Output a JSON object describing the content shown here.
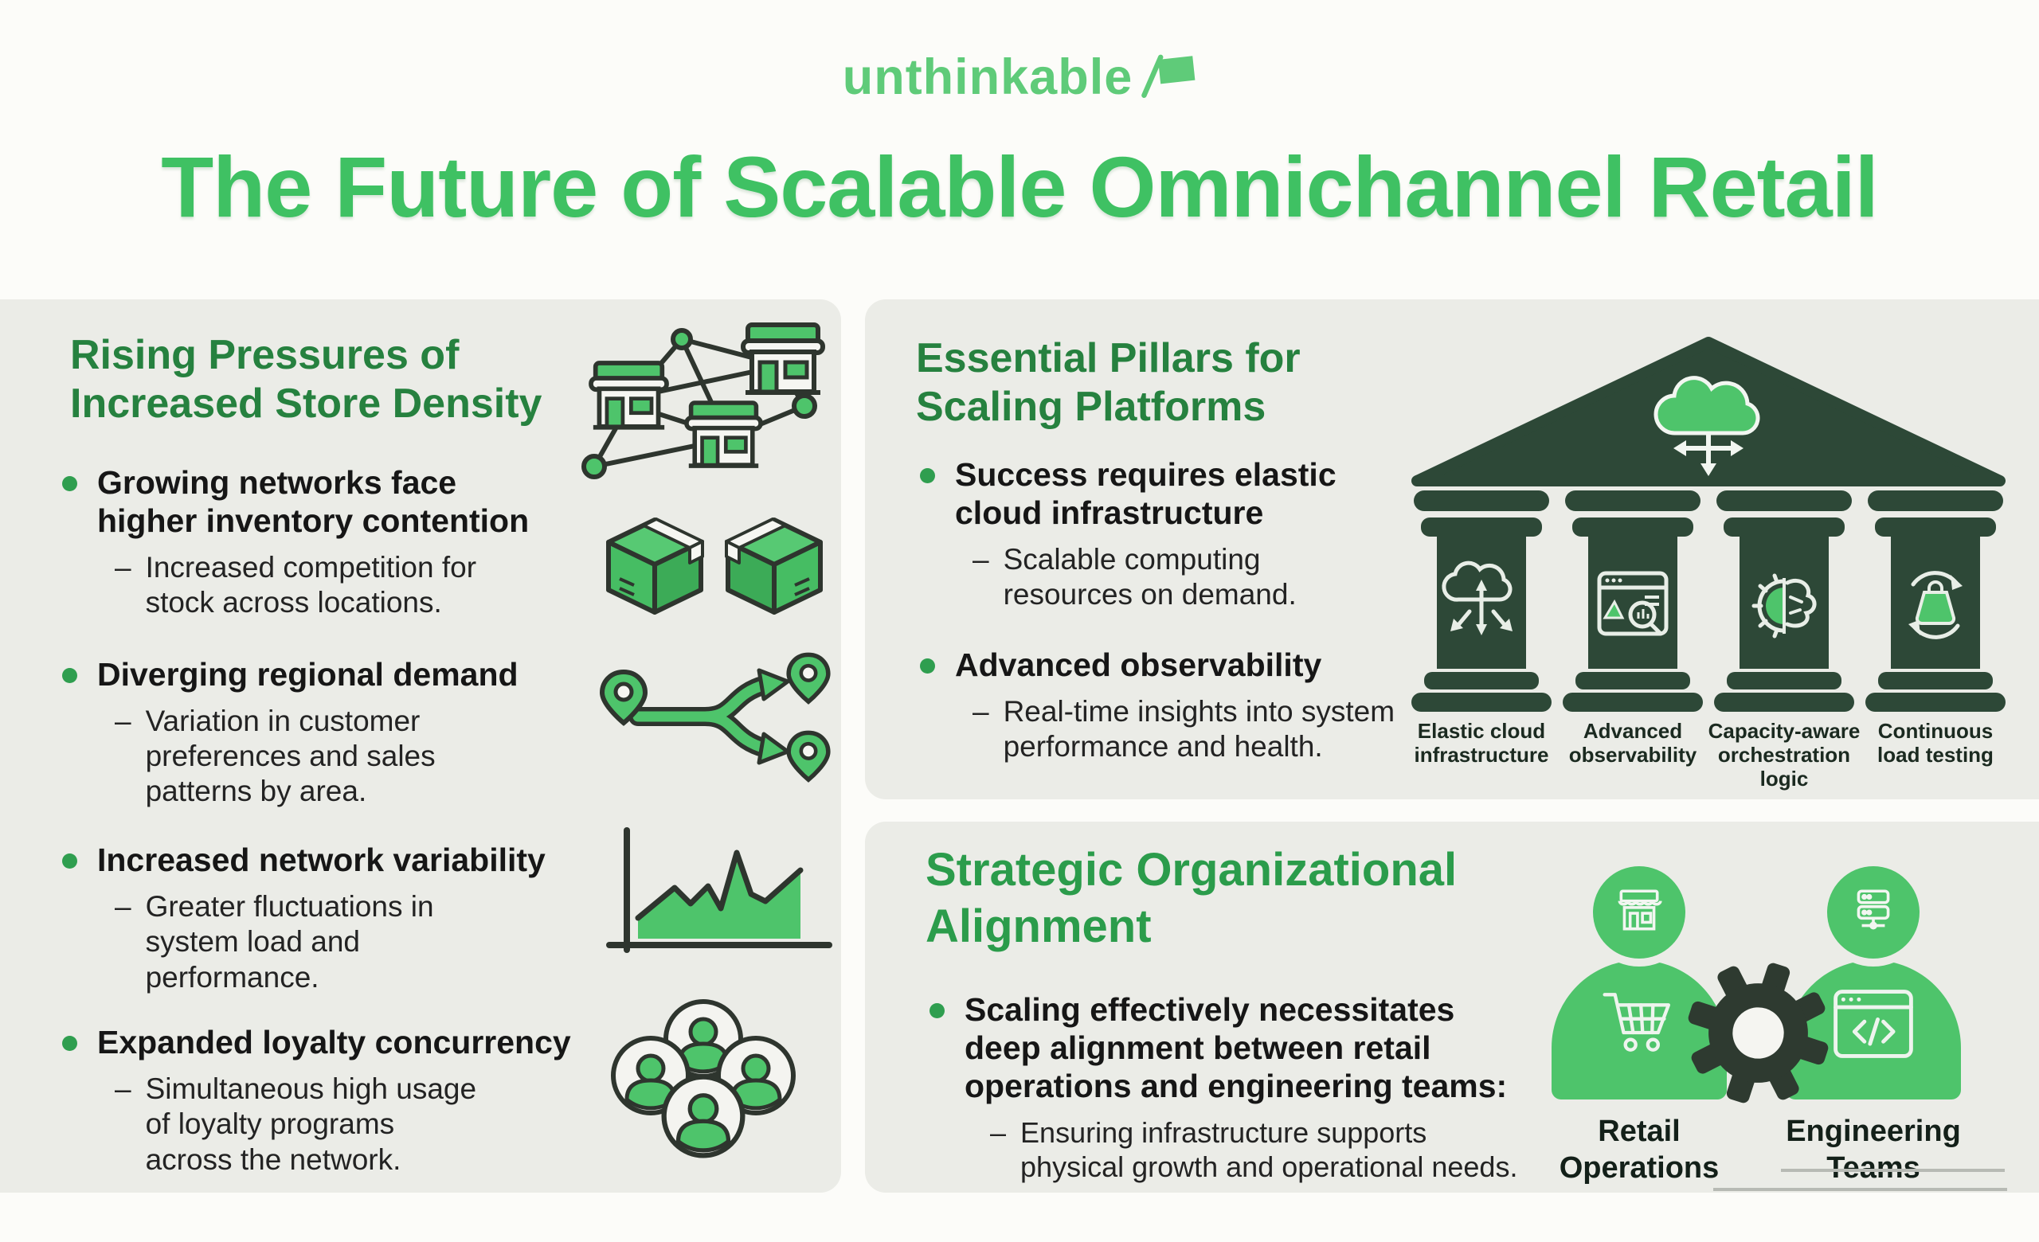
{
  "markers": {
    "dash": "–"
  },
  "brand": {
    "logo_text": "unthinkable"
  },
  "header": {
    "title": "The Future of Scalable Omnichannel Retail"
  },
  "colors": {
    "page_background": "#fcfcf9",
    "card_background": "#ebece7",
    "logo_green": "#5fcb79",
    "title_green": "#3fc163",
    "heading_green_dark": "#26813f",
    "heading_green_bright": "#2b9c4b",
    "bullet_dot_green": "#2f9e4f",
    "icon_green": "#4ec46b",
    "illustration_dark_green": "#2d4837",
    "gear_dark": "#2e3a30",
    "text_dark": "#161616"
  },
  "icons": {
    "brand": [
      "flag-icon"
    ],
    "left_panel": [
      "store-network-icon",
      "inventory-boxes-icon",
      "regional-split-arrows-icon",
      "load-area-chart-icon",
      "loyalty-users-icon"
    ],
    "top_right_panel": [
      "temple-pediment-icon",
      "cloud-distribution-icon",
      "elastic-cloud-icon",
      "observability-window-icon",
      "gear-brain-icon",
      "load-testing-weight-icon"
    ],
    "bottom_right_panel": [
      "storefront-icon",
      "shopping-cart-icon",
      "server-icon",
      "code-window-icon",
      "gear-icon"
    ]
  },
  "panels": {
    "left": {
      "heading": "Rising Pressures of\nIncreased Store Density",
      "bullets": [
        {
          "main": "Growing networks face\nhigher inventory contention",
          "sub": "Increased competition for\nstock across locations."
        },
        {
          "main": "Diverging regional demand",
          "sub": "Variation in customer\npreferences and sales\npatterns by area."
        },
        {
          "main": "Increased network variability",
          "sub": "Greater fluctuations in\nsystem load and\nperformance."
        },
        {
          "main": "Expanded loyalty concurrency",
          "sub": "Simultaneous high usage\nof loyalty programs\nacross the network."
        }
      ]
    },
    "top_right": {
      "heading": "Essential Pillars for\nScaling Platforms",
      "bullets": [
        {
          "main": "Success requires elastic\ncloud infrastructure",
          "sub": "Scalable computing\nresources on demand."
        },
        {
          "main": "Advanced observability",
          "sub": "Real-time insights into system\nperformance and health."
        }
      ],
      "pillar_labels": [
        "Elastic cloud\ninfrastructure",
        "Advanced\nobservability",
        "Capacity-aware\norchestration\nlogic",
        "Continuous\nload testing"
      ]
    },
    "bottom_right": {
      "heading": "Strategic Organizational\nAlignment",
      "bullets": [
        {
          "main": "Scaling effectively necessitates\ndeep alignment between retail\noperations and engineering teams:",
          "sub": "Ensuring infrastructure supports\nphysical growth and operational needs."
        }
      ],
      "figure_labels": [
        "Retail\nOperations",
        "Engineering\nTeams"
      ]
    }
  }
}
